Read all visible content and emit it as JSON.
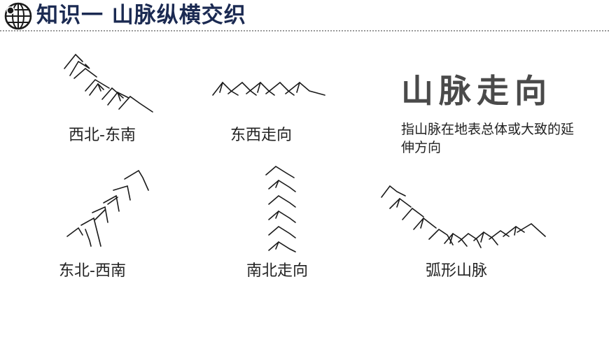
{
  "header": {
    "title": "知识一 山脉纵横交织",
    "icon": "globe-icon"
  },
  "panels": {
    "nw_se": {
      "label": "西北-东南"
    },
    "ew": {
      "label": "东西走向"
    },
    "ne_sw": {
      "label": "东北-西南"
    },
    "ns": {
      "label": "南北走向"
    },
    "arc": {
      "label": "弧形山脉"
    }
  },
  "definition": {
    "heading": "山脉走向",
    "text": "指山脉在地表总体或大致的延伸方向"
  },
  "colors": {
    "title": "#1b2a52",
    "heading": "#4a4a4a",
    "ink": "#1a1a1a"
  }
}
